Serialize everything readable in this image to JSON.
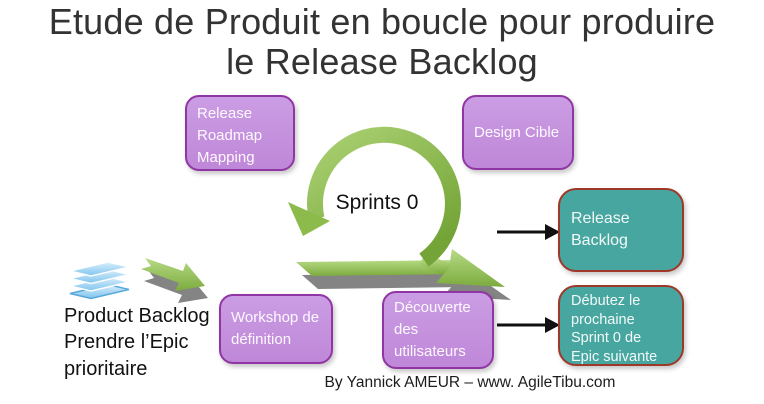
{
  "title": {
    "line1": "Etude de Produit en boucle pour produire",
    "line2": "le Release Backlog"
  },
  "loop": {
    "label": "Sprints 0",
    "icon": "circular-sprint-loop-arrow-icon"
  },
  "nodes": {
    "release_roadmap": {
      "label": "Release Roadmap Mapping"
    },
    "design_cible": {
      "label": "Design Cible"
    },
    "workshop": {
      "label": "Workshop de définition"
    },
    "decouverte": {
      "label": "Découverte des utilisateurs"
    },
    "release_backlog": {
      "label": "Release Backlog"
    },
    "debutez": {
      "label": "Débutez le prochaine Sprint 0 de Epic suivante"
    }
  },
  "product_backlog": {
    "label": "Product Backlog Prendre l’Epic prioritaire",
    "icons": [
      "card-stack-icon",
      "southeast-arrow-icon"
    ]
  },
  "connectors": [
    "arrow-to-release-backlog",
    "arrow-to-next-sprint"
  ],
  "footer": {
    "credit": "By Yannick AMEUR – www. AgileTibu.com"
  },
  "colors": {
    "purple_fill": "#c392dd",
    "purple_border": "#9036a4",
    "teal_fill": "#48a6a1",
    "teal_border": "#9e392a",
    "green_arrow": "#8cbb4c",
    "shadow_gray": "#7a7a7a",
    "stack_blue": "#7fc4ee",
    "title_text": "#333333",
    "box_text": "#ffffff"
  }
}
